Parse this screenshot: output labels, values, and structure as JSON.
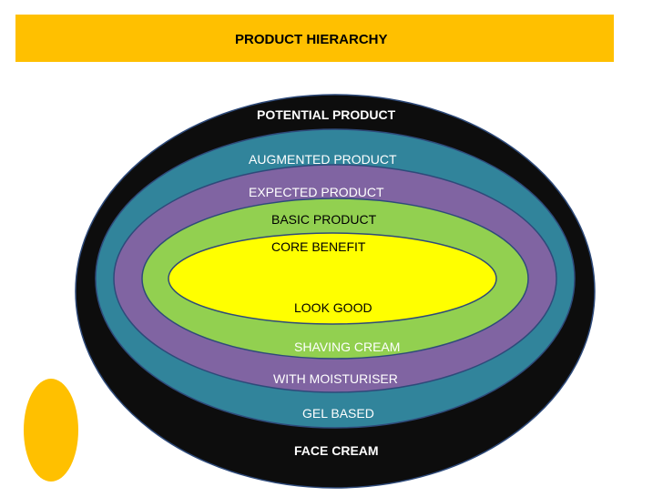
{
  "title": "PRODUCT HIERARCHY",
  "levels": {
    "potential": "POTENTIAL PRODUCT",
    "augmented": "AUGMENTED PRODUCT",
    "expected": "EXPECTED PRODUCT",
    "basic": "BASIC PRODUCT",
    "core": "CORE  BENEFIT"
  },
  "examples": {
    "core": "LOOK GOOD",
    "basic": "SHAVING CREAM",
    "expected": "WITH MOISTURISER",
    "augmented": "GEL BASED",
    "potential": "FACE CREAM"
  },
  "colors": {
    "banner": "#ffc000",
    "potential_ring": "#0d0d0d",
    "augmented_ring": "#31849b",
    "expected_ring": "#8064a2",
    "basic_ring": "#92d050",
    "core": "#ffff00",
    "side_shape": "#ffc000"
  }
}
